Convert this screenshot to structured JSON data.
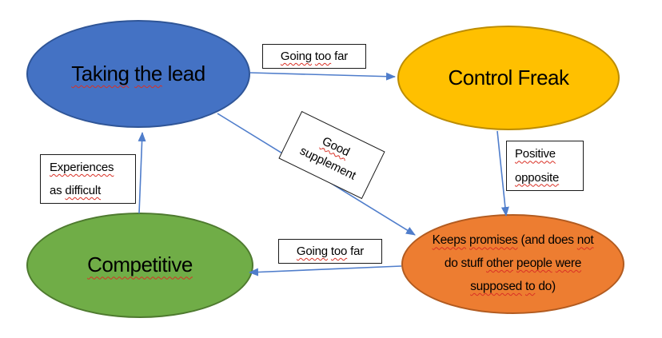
{
  "colors": {
    "background": "#FFFFFF",
    "text": "#000000",
    "arrow": "#4F7DCB",
    "spellcheck": "#D93025",
    "label_box_border": "#1A1A1A",
    "label_box_bg": "#FFFFFF",
    "node_blue_fill": "#4472C4",
    "node_blue_border": "#2F5597",
    "node_yellow_fill": "#FFC000",
    "node_yellow_border": "#BC8C00",
    "node_green_fill": "#70AD47",
    "node_green_border": "#4E7A2F",
    "node_orange_fill": "#ED7D31",
    "node_orange_border": "#B25B20"
  },
  "nodes": {
    "taking_the_lead": {
      "label": "Taking the lead",
      "parts": [
        {
          "text": "Taking",
          "wavy": true
        },
        {
          "text": " "
        },
        {
          "text": "the",
          "wavy": true
        },
        {
          "text": " "
        },
        {
          "text": "lead"
        }
      ]
    },
    "control_freak": {
      "label": "Control Freak",
      "parts": [
        {
          "text": "Control Freak"
        }
      ]
    },
    "competitive": {
      "label": "Competitive",
      "parts": [
        {
          "text": "Competitive",
          "wavy": true
        }
      ]
    },
    "keeps_promises": {
      "label": "Keeps promises (and does not do stuff other people were supposed to do)",
      "lines": [
        {
          "parts": [
            {
              "text": "Keeps",
              "wavy": true
            },
            {
              "text": " "
            },
            {
              "text": "promises",
              "wavy": true
            },
            {
              "text": " (and does "
            },
            {
              "text": "not",
              "wavy": true
            }
          ]
        },
        {
          "parts": [
            {
              "text": "do stuff "
            },
            {
              "text": "other",
              "wavy": true
            },
            {
              "text": " "
            },
            {
              "text": "people",
              "wavy": true
            },
            {
              "text": " "
            },
            {
              "text": "were",
              "wavy": true
            }
          ]
        },
        {
          "parts": [
            {
              "text": "supposed",
              "wavy": true
            },
            {
              "text": " "
            },
            {
              "text": "to",
              "wavy": true
            },
            {
              "text": " do)"
            }
          ]
        }
      ]
    }
  },
  "labels": {
    "going_too_far_top": {
      "label": "Going too far",
      "parts": [
        {
          "text": "Going",
          "wavy": true
        },
        {
          "text": " "
        },
        {
          "text": "too",
          "wavy": true
        },
        {
          "text": " far"
        }
      ]
    },
    "good_supplement": {
      "label": "Good supplement",
      "lines": [
        {
          "parts": [
            {
              "text": "Good",
              "wavy": true
            }
          ]
        },
        {
          "parts": [
            {
              "text": "supplement"
            }
          ]
        }
      ]
    },
    "positive_opposite": {
      "label": "Positive opposite",
      "lines": [
        {
          "parts": [
            {
              "text": "Positive",
              "wavy": true
            }
          ]
        },
        {
          "parts": [
            {
              "text": "opposite",
              "wavy": true
            }
          ]
        }
      ]
    },
    "experiences_as_difficult": {
      "label": "Experiences as difficult",
      "lines": [
        {
          "parts": [
            {
              "text": "Experiences",
              "wavy": true
            }
          ]
        },
        {
          "parts": [
            {
              "text": "as "
            },
            {
              "text": "difficult",
              "wavy": true
            }
          ]
        }
      ]
    },
    "going_too_far_bottom": {
      "label": "Going too far",
      "parts": [
        {
          "text": "Going",
          "wavy": true
        },
        {
          "text": " "
        },
        {
          "text": "too",
          "wavy": true
        },
        {
          "text": " far"
        }
      ]
    }
  },
  "arrows": [
    {
      "name": "taking-to-control",
      "from": "Taking the lead",
      "to": "Control Freak"
    },
    {
      "name": "taking-to-keeps",
      "from": "Taking the lead",
      "to": "Keeps promises"
    },
    {
      "name": "control-to-keeps",
      "from": "Control Freak",
      "to": "Keeps promises"
    },
    {
      "name": "keeps-to-competitive",
      "from": "Keeps promises",
      "to": "Competitive"
    },
    {
      "name": "competitive-to-taking",
      "from": "Competitive",
      "to": "Taking the lead"
    }
  ]
}
